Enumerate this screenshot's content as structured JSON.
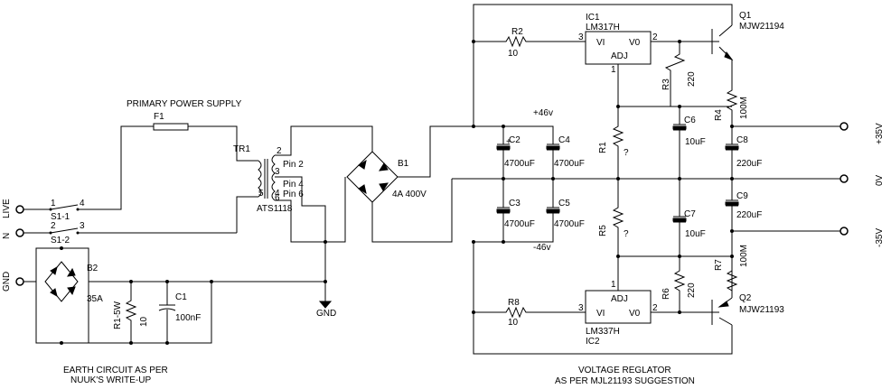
{
  "labels": {
    "primary_title": "PRIMARY POWER SUPPLY",
    "f1": "F1",
    "tr1": "TR1",
    "pin2": "Pin 2",
    "pin4": "Pin 4",
    "pin6": "Pin 6",
    "ats": "ATS1118",
    "b1": "B1",
    "b1_rating": "4A 400V",
    "live": "LIVE",
    "n": "N",
    "gnd_term": "GND",
    "s11": "S1-1",
    "s12": "S1-2",
    "sw_p1": "1",
    "sw_p2": "2",
    "sw_p3": "3",
    "sw_p4": "4",
    "tr_p2": "2",
    "tr_p3": "3",
    "tr_p4": "4",
    "tr_p5": "5",
    "tr_p6": "6",
    "b2": "B2",
    "b2_rating": "35A",
    "r1": "R1-5W",
    "r1_val": "10",
    "c1": "C1",
    "c1_val": "100nF",
    "gnd_sym": "GND",
    "earth_note_1": "EARTH CIRCUIT AS PER",
    "earth_note_2": "NUUK'S WRITE-UP",
    "pos46": "+46v",
    "neg46": "-46v",
    "c2": "C2",
    "c2_val": "4700uF",
    "c3": "C3",
    "c3_val": "4700uF",
    "c4": "C4",
    "c4_val": "4700uF",
    "c5": "C5",
    "c5_val": "4700uF",
    "r2": "R2",
    "r2_val": "10",
    "r8": "R8",
    "r8_val": "10",
    "ic1": "IC1",
    "ic1_part": "LM317H",
    "ic1_vi": "VI",
    "ic1_vo": "V0",
    "ic1_adj": "ADJ",
    "ic1_p1": "1",
    "ic1_p2": "2",
    "ic1_p3": "3",
    "ic2": "IC2",
    "ic2_part": "LM337H",
    "ic2_vi": "VI",
    "ic2_vo": "V0",
    "ic2_adj": "ADJ",
    "ic2_p1": "1",
    "ic2_p2": "2",
    "ic2_p3": "3",
    "r3": "R3",
    "r3_val": "220",
    "r6": "R6",
    "r6_val": "220",
    "r1v": "R1",
    "r1v_val": "?",
    "r5": "R5",
    "r5_val": "?",
    "c6": "C6",
    "c6_val": "10uF",
    "c7": "C7",
    "c7_val": "10uF",
    "q1": "Q1",
    "q1_part": "MJW21194",
    "q2": "Q2",
    "q2_part": "MJW21193",
    "r4": "R4",
    "r4_val": "100M",
    "r7": "R7",
    "r7_val": "100M",
    "c8": "C8",
    "c8_val": "220uF",
    "c9": "C9",
    "c9_val": "220uF",
    "out_pos": "+35V",
    "out_0": "0V",
    "out_neg": "-35V",
    "reg_note_1": "VOLTAGE REGLATOR",
    "reg_note_2": "AS PER MJL21193 SUGGESTION",
    "plus": "+"
  }
}
